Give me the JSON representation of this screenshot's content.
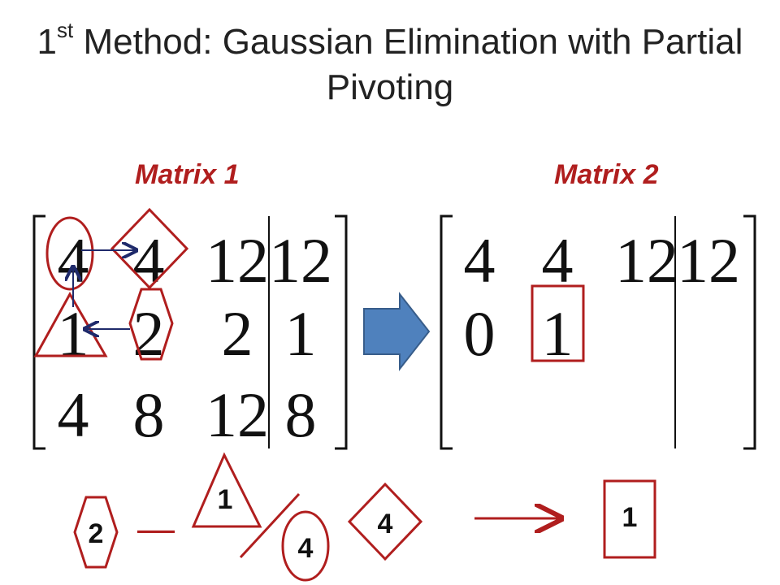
{
  "slide": {
    "title_sup_number": "1",
    "title_sup": "st",
    "title_text": " Method: Gaussian Elimination with Partial Pivoting"
  },
  "matrix1": {
    "label": "Matrix 1",
    "rows": [
      [
        "4",
        "4",
        "12",
        "12"
      ],
      [
        "1",
        "2",
        "2",
        "1"
      ],
      [
        "4",
        "8",
        "12",
        "8"
      ]
    ]
  },
  "matrix2": {
    "label": "Matrix 2",
    "rows": [
      [
        "4",
        "4",
        "12",
        "12"
      ],
      [
        "0",
        "1",
        "",
        ""
      ],
      [
        "",
        "",
        "",
        ""
      ]
    ]
  },
  "equation": {
    "hexagon_value": "2",
    "minus": "—",
    "triangle_value": "1",
    "circle_value": "4",
    "diamond_value": "4",
    "result_value": "1"
  },
  "colors": {
    "accent_red": "#b01e1e",
    "arrow_blue": "#1f2a6b",
    "block_arrow_fill": "#4f81bd",
    "block_arrow_border": "#385d8a"
  },
  "icons": [
    "circle-marker",
    "diamond-marker",
    "triangle-marker",
    "hexagon-marker",
    "square-marker",
    "right-block-arrow-icon",
    "right-arrow-icon"
  ]
}
